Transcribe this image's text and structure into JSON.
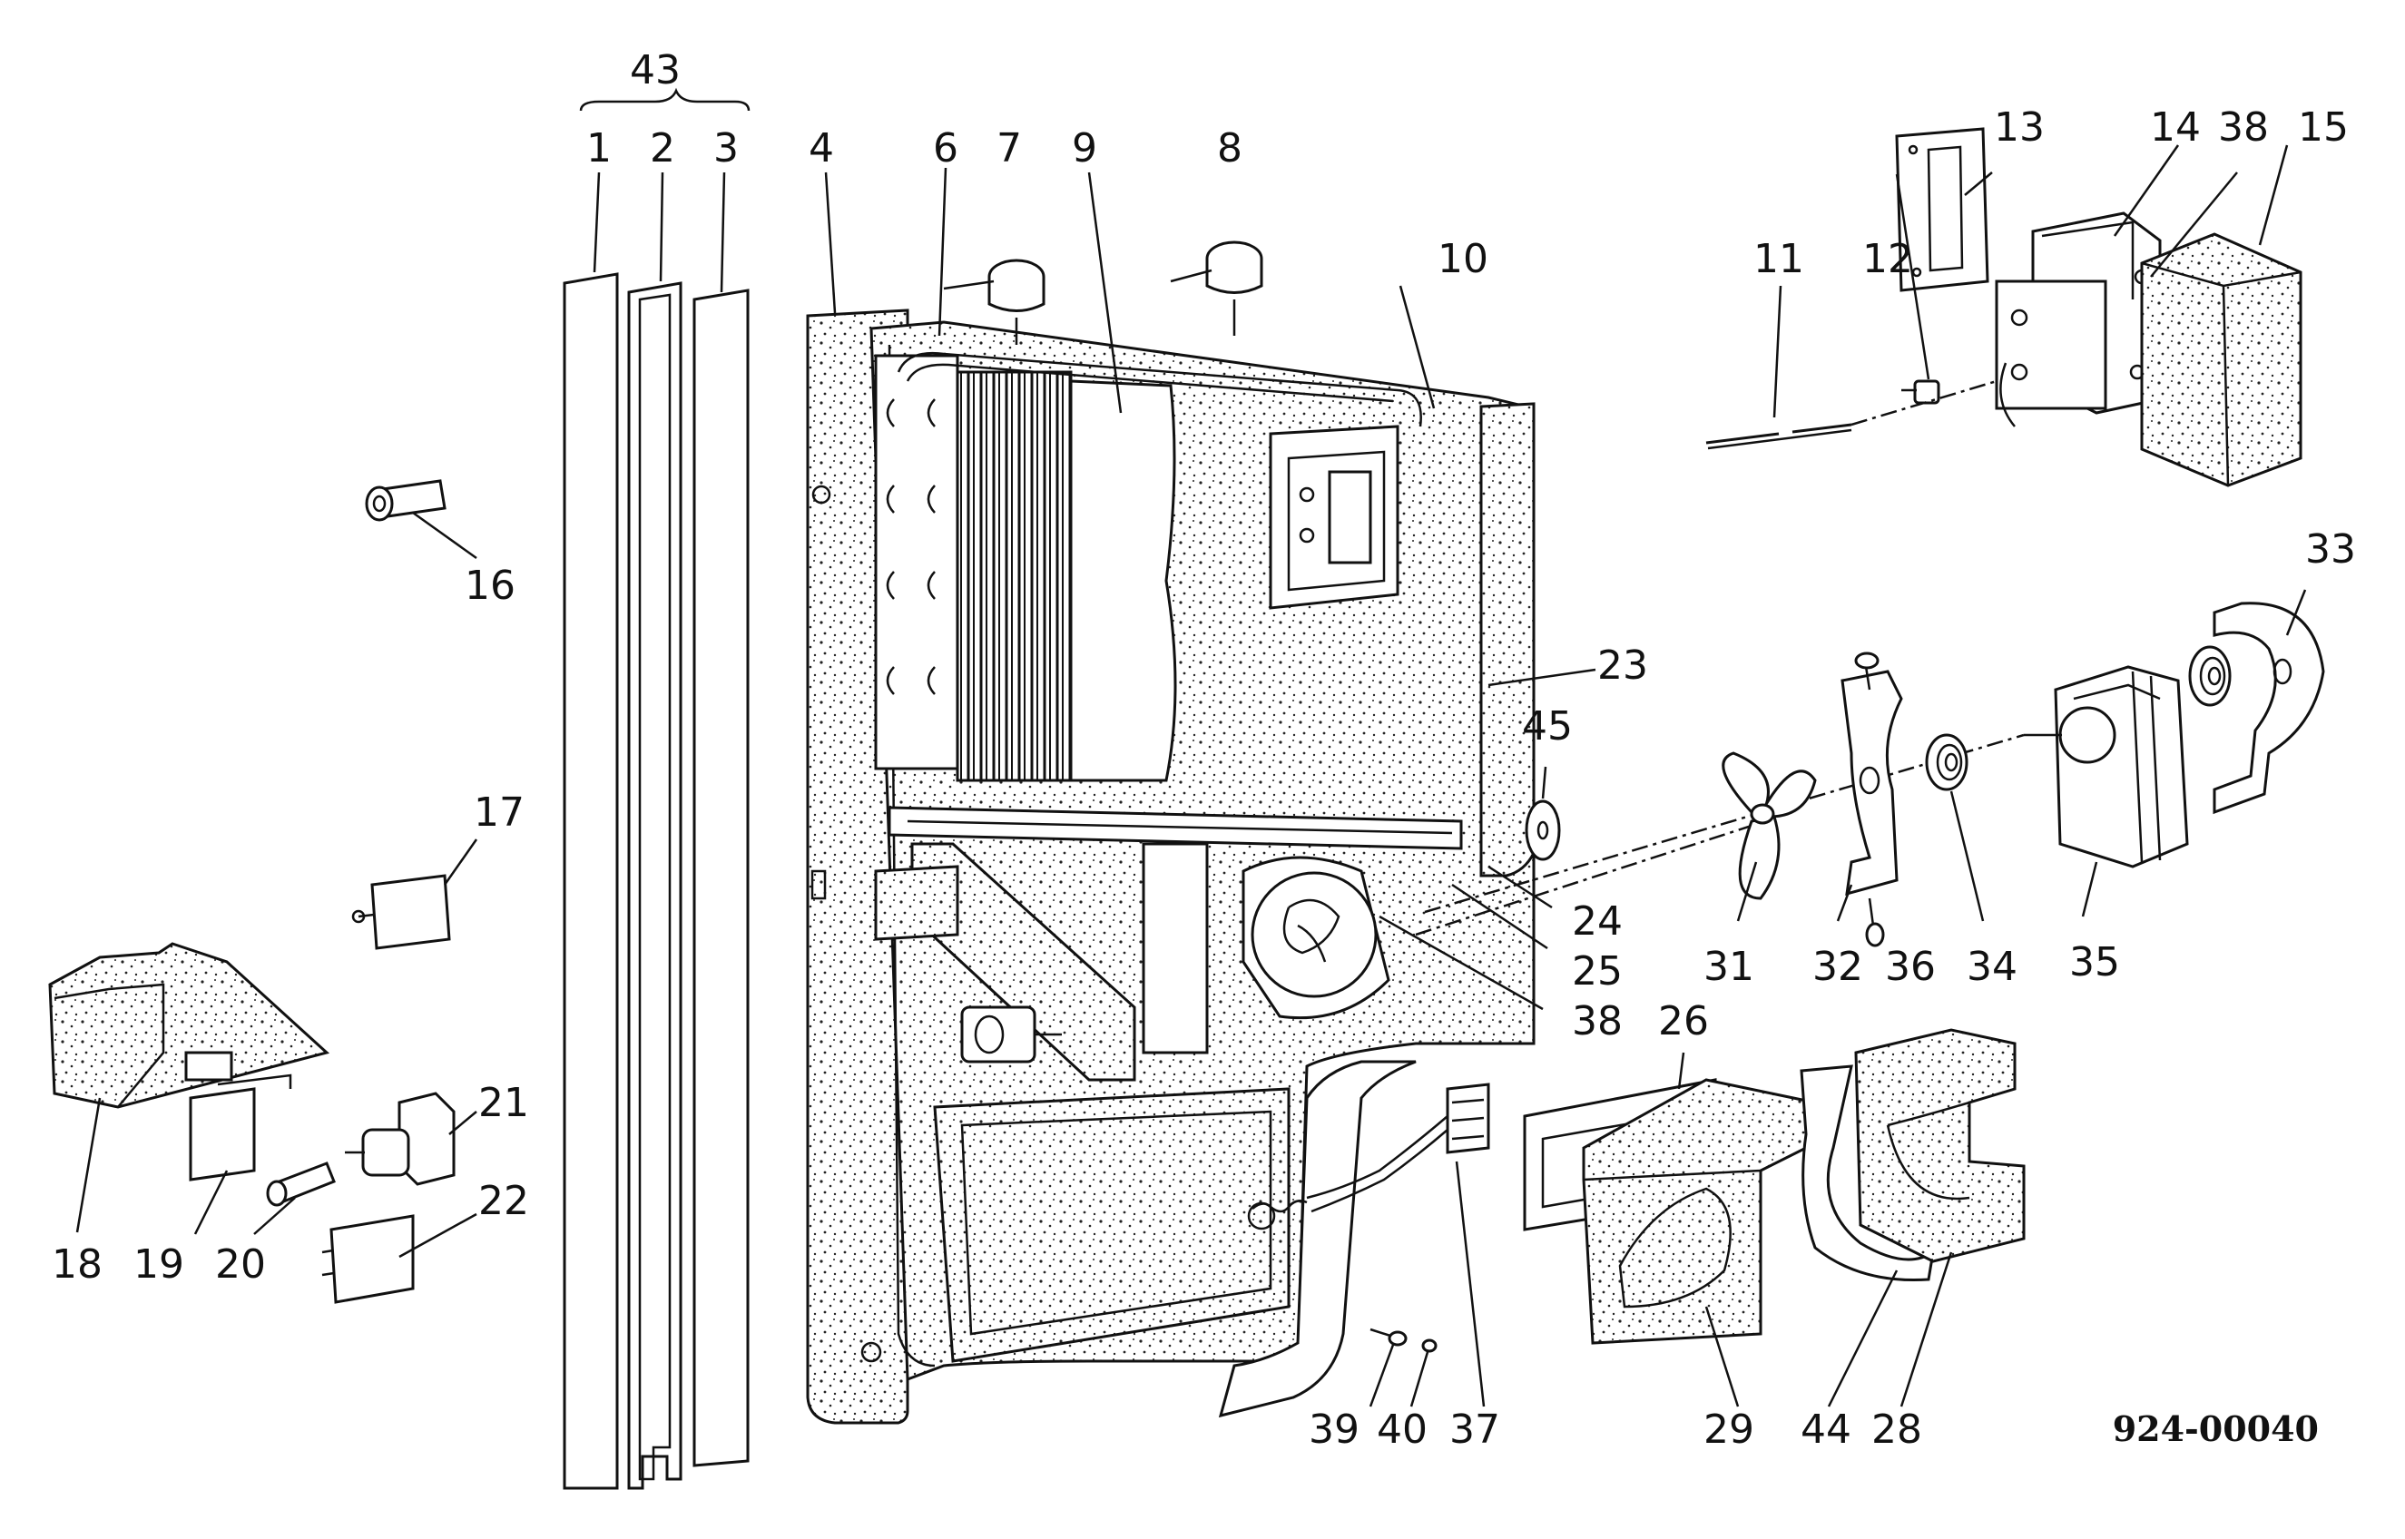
{
  "diagram": {
    "callouts": [
      "43",
      "1",
      "2",
      "3",
      "4",
      "6",
      "7",
      "8",
      "9",
      "10",
      "11",
      "12",
      "13",
      "14",
      "38",
      "15",
      "16",
      "17",
      "18",
      "19",
      "20",
      "21",
      "22",
      "23",
      "45",
      "24",
      "25",
      "26",
      "31",
      "32",
      "36",
      "34",
      "35",
      "33",
      "38",
      "37",
      "39",
      "40",
      "29",
      "44",
      "28"
    ],
    "document_number": "924-00040"
  },
  "colors": {
    "ink": "#111111",
    "paper": "#ffffff"
  }
}
